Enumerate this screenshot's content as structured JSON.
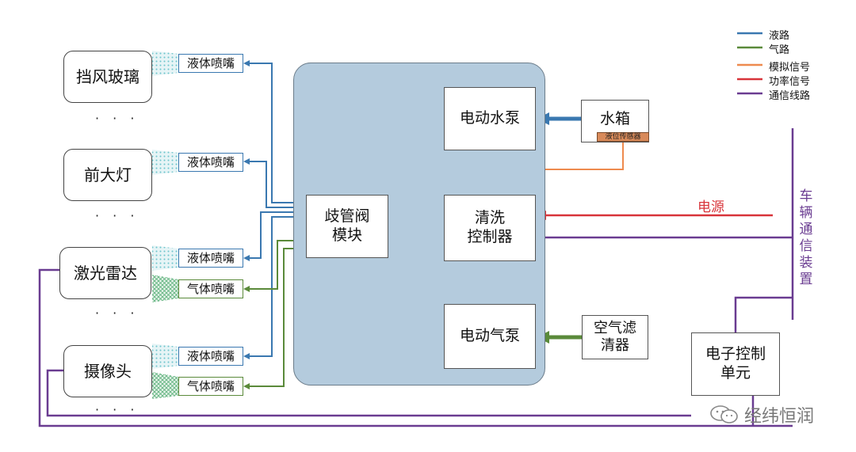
{
  "colors": {
    "liquid": "#3a78b0",
    "gas": "#5a8a3a",
    "analog": "#ee8a4e",
    "power": "#d8343a",
    "comm": "#6a3c91"
  },
  "legend": [
    {
      "label": "液路",
      "color": "#3a78b0"
    },
    {
      "label": "气路",
      "color": "#5a8a3a"
    },
    {
      "label": "模拟信号",
      "color": "#ee8a4e"
    },
    {
      "label": "功率信号",
      "color": "#d8343a"
    },
    {
      "label": "通信线路",
      "color": "#6a3c91"
    }
  ],
  "targets": {
    "windshield": "挡风玻璃",
    "headlight": "前大灯",
    "lidar": "激光雷达",
    "camera": "摄像头"
  },
  "nozzles": {
    "liquid": "液体喷嘴",
    "gas": "气体喷嘴"
  },
  "ellipsis": "· · ·",
  "modules": {
    "pump_water": "电动水泵",
    "tank": "水箱",
    "sensor": "液位传感器",
    "controller": "清洗\n控制器",
    "manifold": "歧管阀\n模块",
    "pump_air": "电动气泵",
    "air_filter": "空气滤\n清器",
    "ecu": "电子控制\n单元"
  },
  "power_label": "电源",
  "vehicle_bus": "车辆通信装置",
  "watermark": "经纬恒润"
}
